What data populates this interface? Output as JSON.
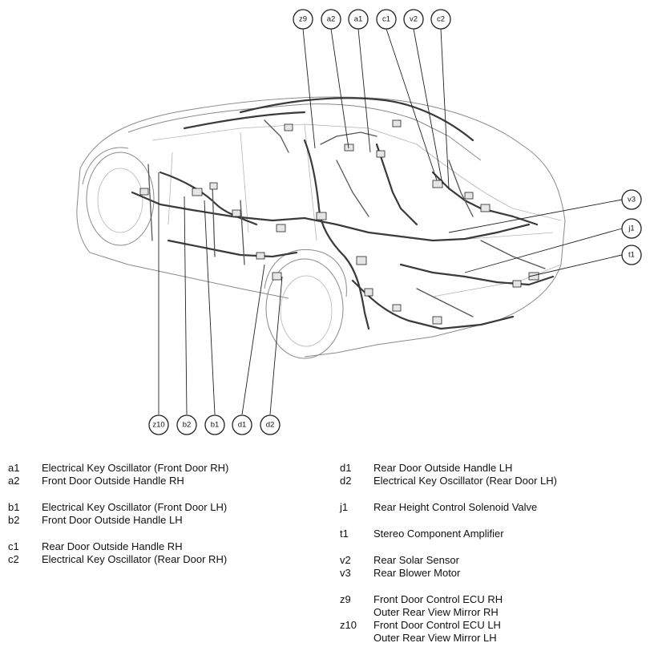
{
  "callouts": {
    "z9": "z9",
    "a2": "a2",
    "a1": "a1",
    "c1": "c1",
    "v2": "v2",
    "c2": "c2",
    "v3": "v3",
    "j1": "j1",
    "t1": "t1",
    "z10": "z10",
    "b2": "b2",
    "b1": "b1",
    "d1": "d1",
    "d2": "d2"
  },
  "legend_left": [
    {
      "code": "a1",
      "desc": "Electrical Key Oscillator (Front Door RH)"
    },
    {
      "code": "a2",
      "desc": "Front Door Outside Handle RH"
    },
    {
      "code": "b1",
      "desc": "Electrical Key Oscillator (Front Door LH)"
    },
    {
      "code": "b2",
      "desc": "Front Door Outside Handle LH"
    },
    {
      "code": "c1",
      "desc": "Rear Door Outside Handle RH"
    },
    {
      "code": "c2",
      "desc": "Electrical Key Oscillator (Rear Door RH)"
    }
  ],
  "legend_right": [
    {
      "code": "d1",
      "desc": "Rear Door Outside Handle LH"
    },
    {
      "code": "d2",
      "desc": "Electrical Key Oscillator (Rear Door LH)"
    },
    {
      "code": "j1",
      "desc": "Rear Height Control Solenoid Valve"
    },
    {
      "code": "t1",
      "desc": "Stereo Component Amplifier"
    },
    {
      "code": "v2",
      "desc": "Rear Solar Sensor"
    },
    {
      "code": "v3",
      "desc": "Rear Blower Motor"
    },
    {
      "code": "z9",
      "desc": "Front Door Control ECU RH"
    },
    {
      "code": "",
      "desc": "Outer Rear View Mirror RH"
    },
    {
      "code": "z10",
      "desc": "Front Door Control ECU LH"
    },
    {
      "code": "",
      "desc": "Outer Rear View Mirror LH"
    }
  ]
}
